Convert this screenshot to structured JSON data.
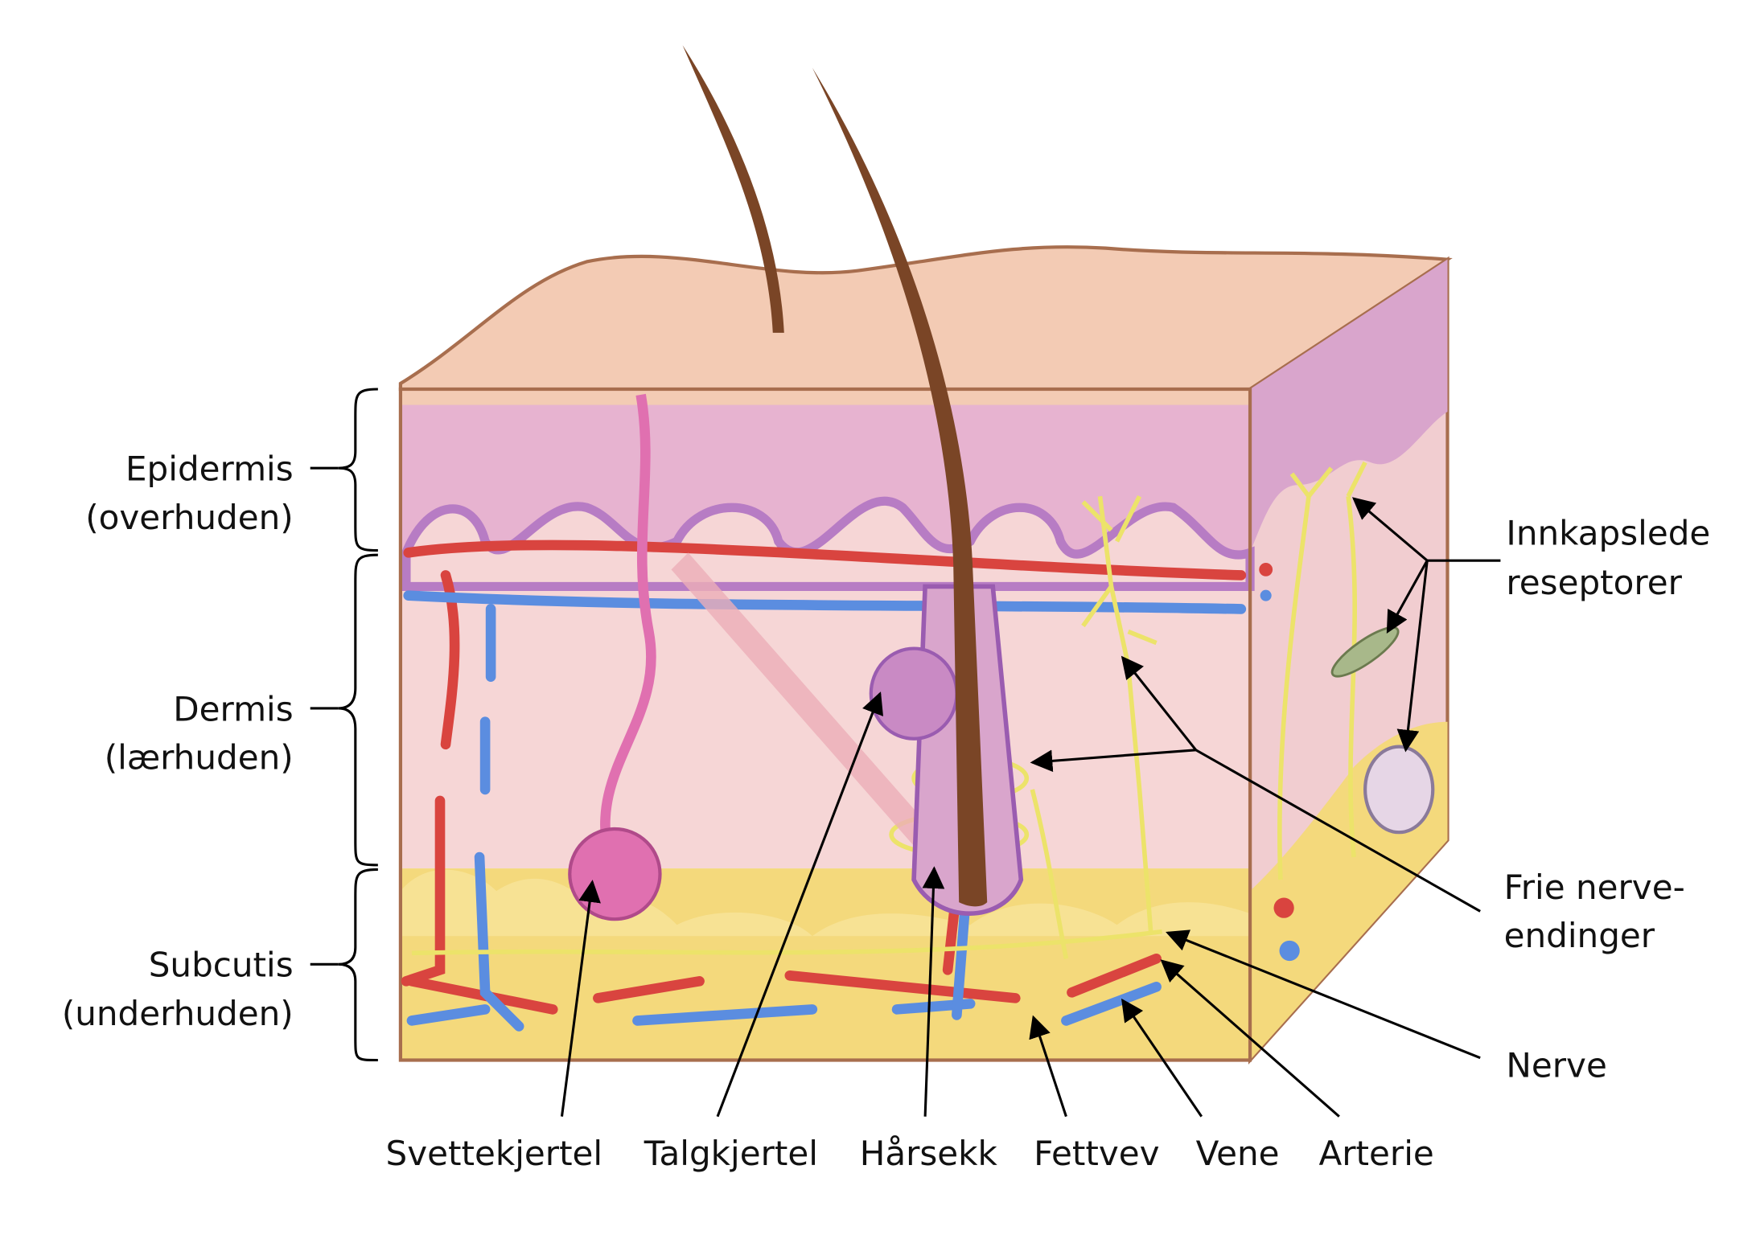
{
  "title": "Skin cross-section diagram",
  "layers": [
    {
      "line1": "Epidermis",
      "line2": "(overhuden)"
    },
    {
      "line1": "Dermis",
      "line2": "(lærhuden)"
    },
    {
      "line1": "Subcutis",
      "line2": "(underhuden)"
    }
  ],
  "right_labels": {
    "encapsulated": {
      "line1": "Innkapslede",
      "line2": "reseptorer"
    },
    "free_nerve": {
      "line1": "Frie nerve-",
      "line2": "endinger"
    },
    "nerve": "Nerve"
  },
  "bottom_labels": [
    "Svettekjertel",
    "Talgkjertel",
    "Hårsekk",
    "Fettvev",
    "Vene",
    "Arterie"
  ],
  "colors": {
    "epidermis": "#e7b3d0",
    "dermis": "#f6d6d6",
    "subcutis": "#f4d97c",
    "artery": "#d9443f",
    "vein": "#5b8de0",
    "nerve": "#ece36a",
    "hair": "#7a4526",
    "gland": "#e070b0"
  }
}
